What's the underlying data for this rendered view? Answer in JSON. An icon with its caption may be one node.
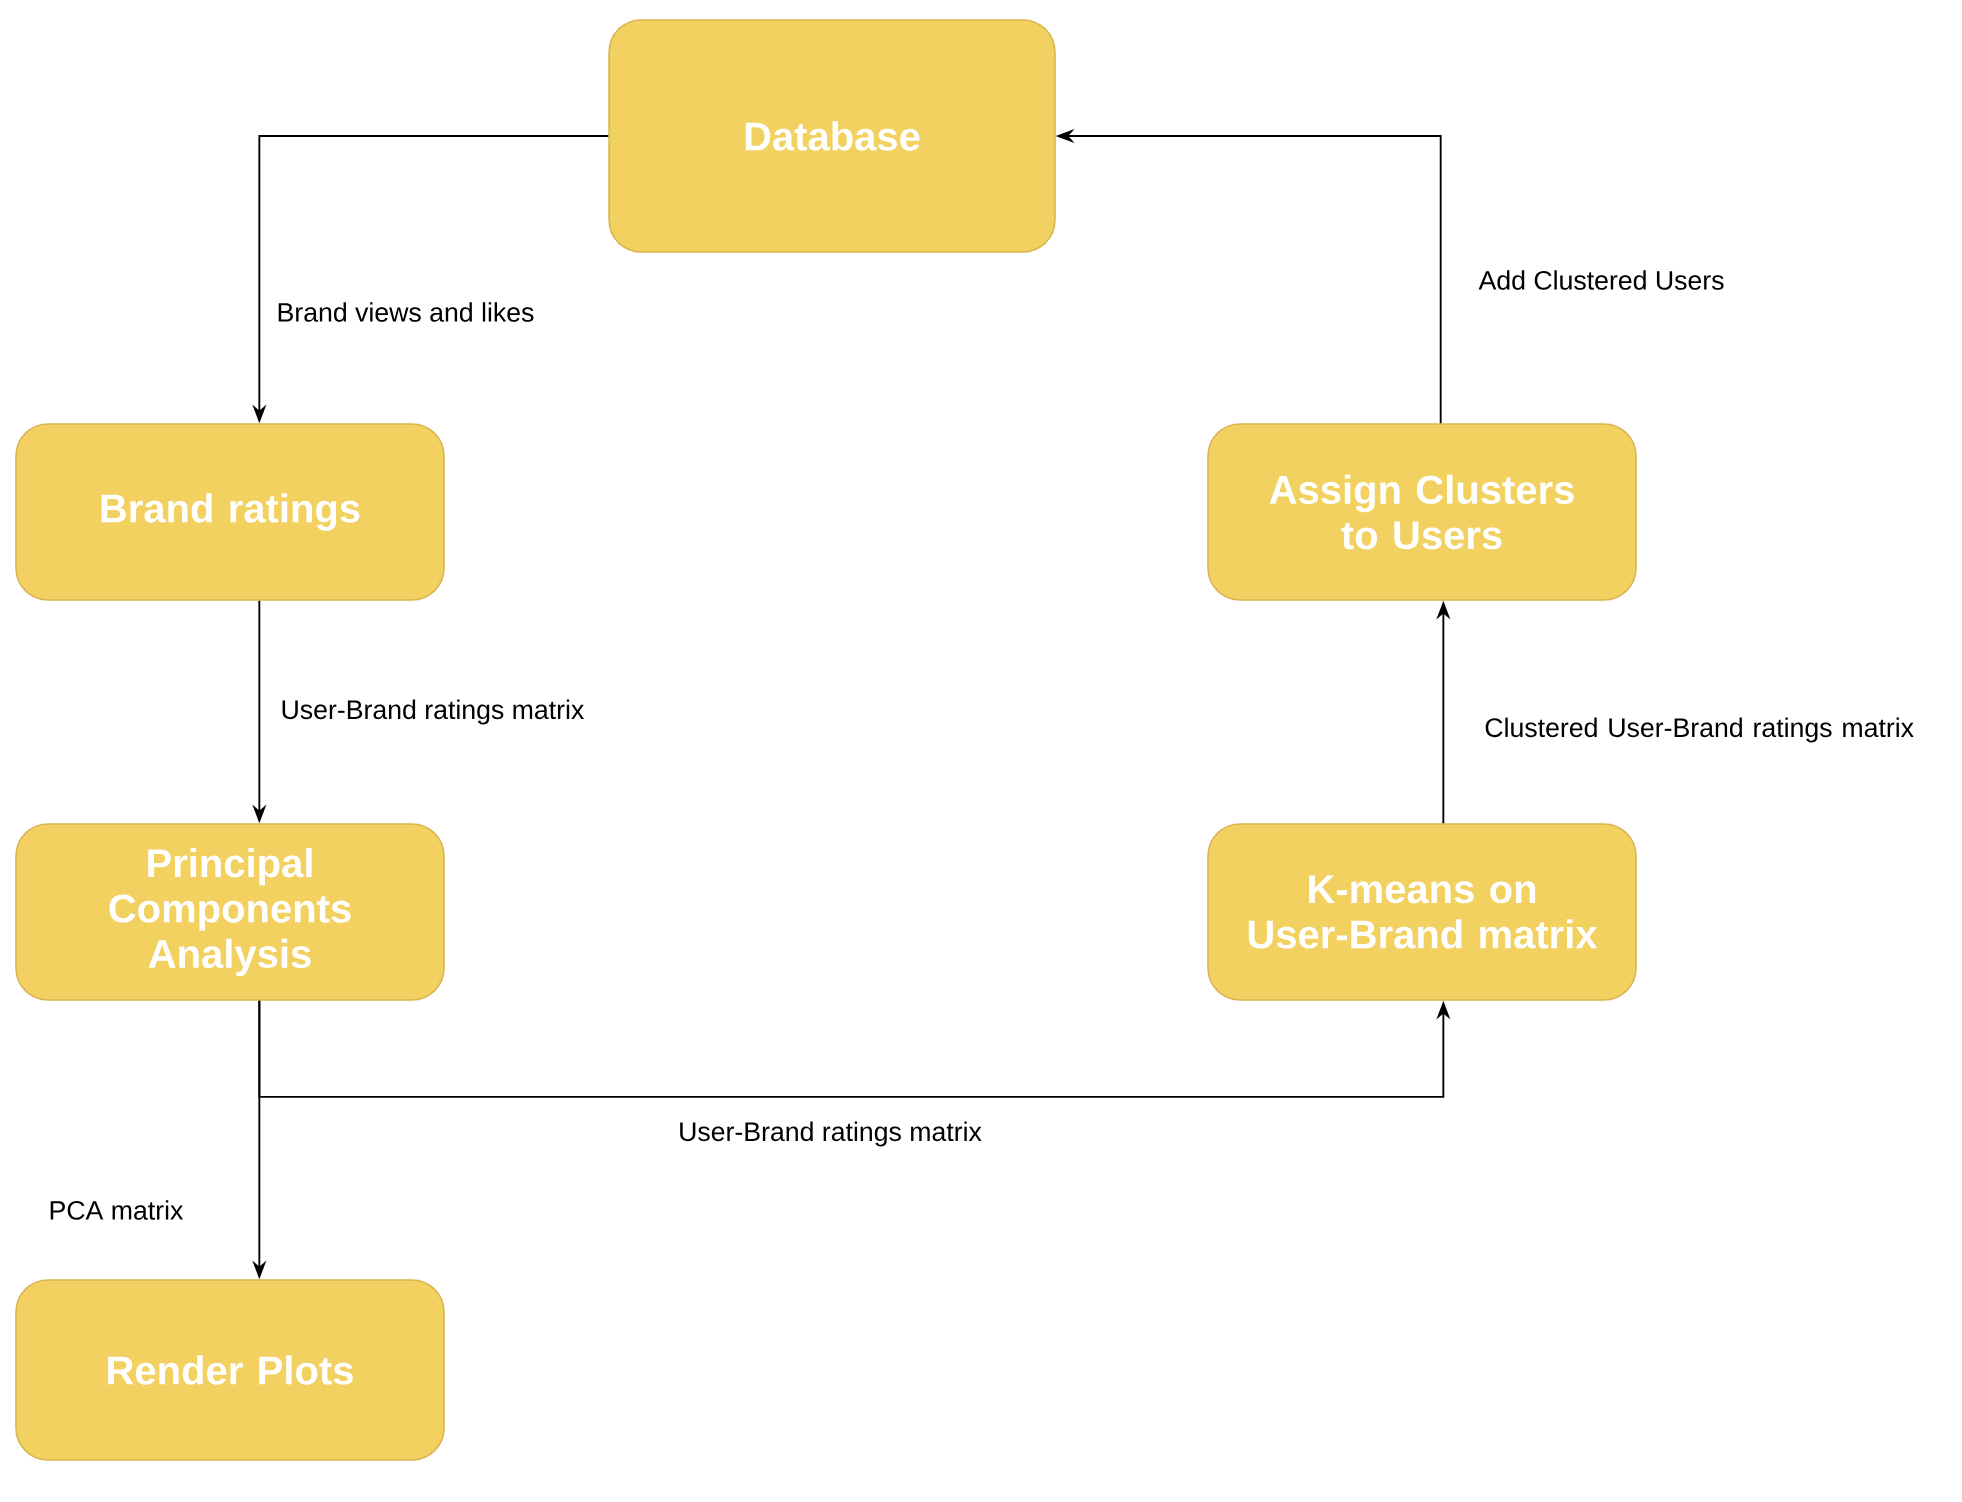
{
  "diagram": {
    "nodes": [
      {
        "text": [
          "Database"
        ]
      },
      {
        "text": [
          "Brand ratings"
        ]
      },
      {
        "text": [
          "Principal Components Analysis"
        ]
      },
      {
        "text": [
          "Render Plots"
        ]
      },
      {
        "text": [
          "K-means on User-Brand matrix"
        ]
      },
      {
        "text": [
          "Assign Clusters to Users"
        ]
      }
    ],
    "edges": [
      {
        "from": 0,
        "to": 1,
        "arrow": "to",
        "label": "Brand views and likes"
      },
      {
        "from": 1,
        "to": 2,
        "arrow": "to",
        "label": "User-Brand ratings matrix"
      },
      {
        "from": 2,
        "to": 3,
        "arrow": "to",
        "label": "PCA matrix"
      },
      {
        "from": 2,
        "to": 4,
        "arrow": "to",
        "label": "User-Brand ratings matrix"
      },
      {
        "from": 4,
        "to": 5,
        "arrow": "to",
        "label": "Clustered User-Brand ratings matrix"
      },
      {
        "from": 5,
        "to": 0,
        "arrow": "to",
        "label": "Add Clustered Users"
      }
    ]
  }
}
